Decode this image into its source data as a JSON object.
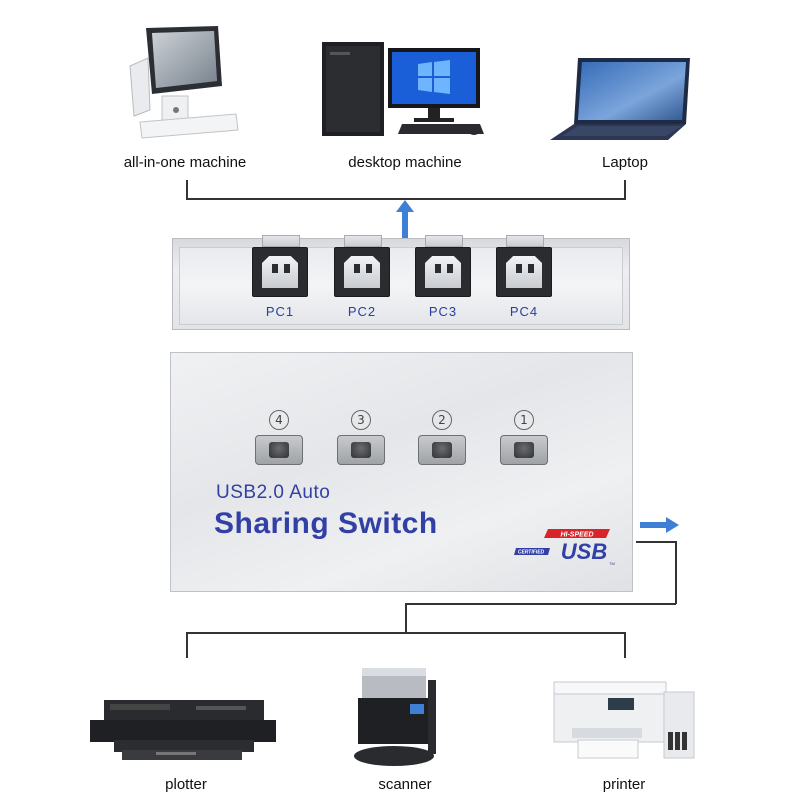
{
  "top_devices": [
    {
      "label": "all-in-one machine"
    },
    {
      "label": "desktop machine"
    },
    {
      "label": "Laptop"
    }
  ],
  "rear_ports": [
    {
      "label": "PC1"
    },
    {
      "label": "PC2"
    },
    {
      "label": "PC3"
    },
    {
      "label": "PC4"
    }
  ],
  "front_panel": {
    "buttons": [
      {
        "number": "4"
      },
      {
        "number": "3"
      },
      {
        "number": "2"
      },
      {
        "number": "1"
      }
    ],
    "title_small": "USB2.0 Auto",
    "title_big": "Sharing Switch",
    "usb_logo": {
      "top_text": "HI-SPEED",
      "side_text": "CERTIFIED",
      "main_text": "USB",
      "tm": "TM"
    }
  },
  "bottom_devices": [
    {
      "label": "plotter"
    },
    {
      "label": "scanner"
    },
    {
      "label": "printer"
    }
  ],
  "colors": {
    "arrow": "#3f7fd6",
    "brand_text": "#3240a6",
    "usb_red": "#d9252a"
  }
}
